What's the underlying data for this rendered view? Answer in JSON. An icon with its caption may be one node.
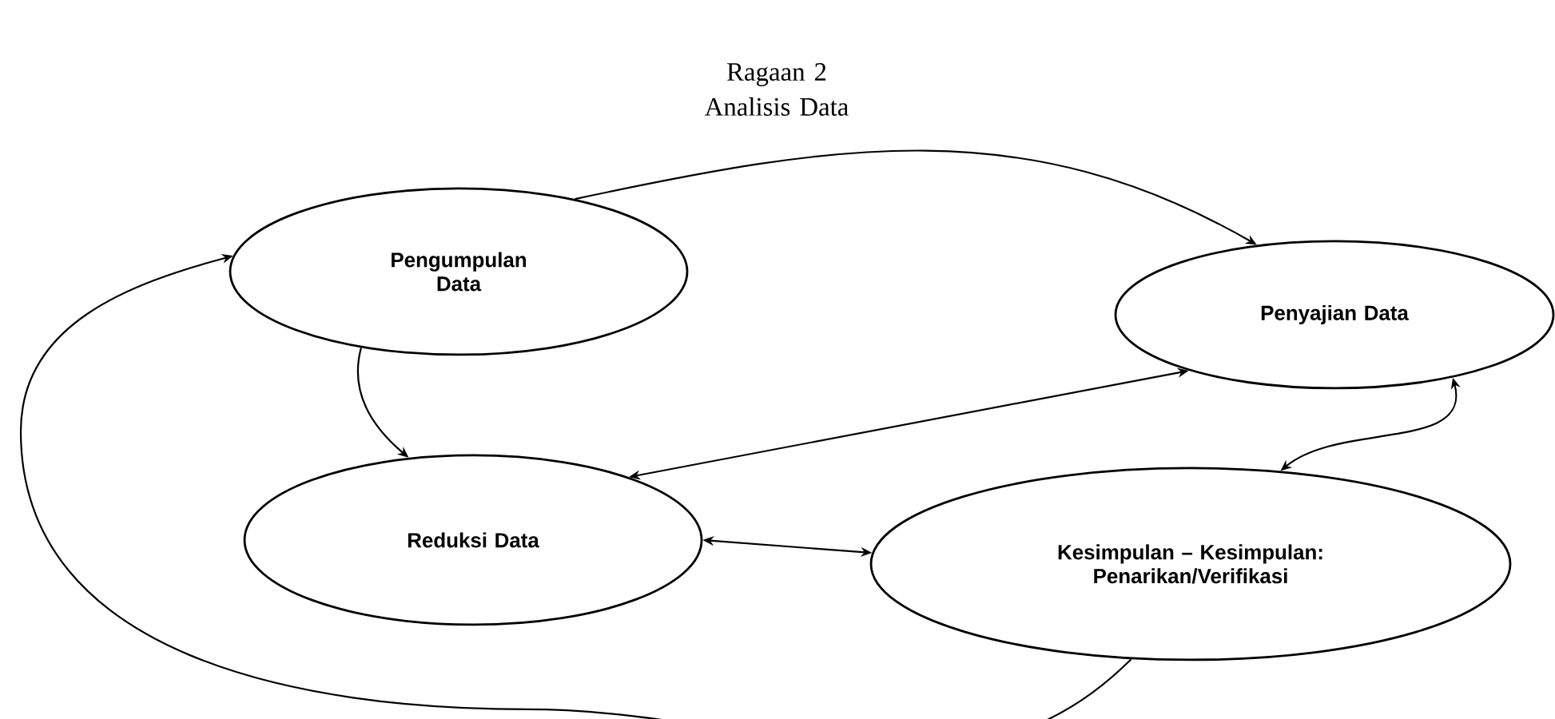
{
  "diagram": {
    "title": "Ragaan 2 Analisis Data",
    "nodes": [
      {
        "text": [
          "Pengumpulan Data"
        ]
      },
      {
        "text": [
          "Penyajian Data"
        ]
      },
      {
        "text": [
          "Reduksi Data"
        ]
      },
      {
        "text": [
          "Kesimpulan – Kesimpulan: Penarikan/Verifikasi"
        ]
      }
    ],
    "edges": [
      {
        "from": 0,
        "to": 1,
        "arrow": "to"
      },
      {
        "from": 0,
        "to": 2,
        "arrow": "to"
      },
      {
        "from": 1,
        "to": 2,
        "arrow": "both"
      },
      {
        "from": 2,
        "to": 3,
        "arrow": "both"
      },
      {
        "from": 1,
        "to": 3,
        "arrow": "both"
      },
      {
        "from": 3,
        "to": 0,
        "arrow": "to"
      }
    ]
  }
}
